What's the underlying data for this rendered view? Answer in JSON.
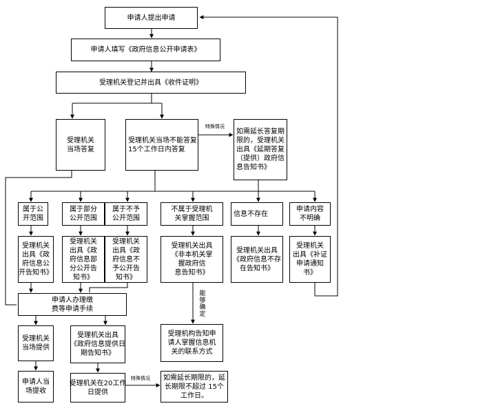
{
  "nodes": {
    "n1": "申请人提出申请",
    "n2": "申请人填写《政府信息公开申请表》",
    "n3": "受理机关登记并出具《收件证明》",
    "n4": "受理机关\n当场答复",
    "n5": "受理机关当场不能答复\n15个工作日内答复",
    "n6": "如需延长答复期\n限的，受理机关\n出具《延期答复\n（提供）政府信\n息告知书》",
    "c1": "属于公\n开范围",
    "c2": "属于部分\n公开范围",
    "c3": "属于不予\n公开范围",
    "c4": "不属于受理机\n关掌握范围",
    "c5": "信息不存在",
    "c6": "申请内容\n不明确",
    "d1": "受理机关\n出具《政\n府信息公\n开告知书》",
    "d2": "受理机关\n出具《政\n府信息部\n分公开告\n知书》",
    "d3": "受理机关\n出具《政\n府信息不\n予公开告\n知书》",
    "d4": "受理机关出具\n《非本机关掌\n握政府信\n息告知书》",
    "d5": "受理机关出具\n《政府信息不存\n在告知书》",
    "d6": "受理机关\n出具《补证\n申请通知\n书》",
    "e1": "申请人办理缴\n费等申请手续",
    "f1": "受理机关\n当场提供",
    "f2": "受理机关出具\n《政府信息提供日\n期告知书》",
    "g1": "申请人当\n场提收",
    "g2": "受理机关在20工作\n日提供",
    "g3": "如需延长期限的，延\n长期限不超过 15个\n工作日。",
    "h1": "受理机构告知申\n请人掌握信息机\n关的联系方式"
  },
  "labels": {
    "special1": "特殊情况",
    "special2": "特殊情况",
    "ifable": "能够确定"
  }
}
